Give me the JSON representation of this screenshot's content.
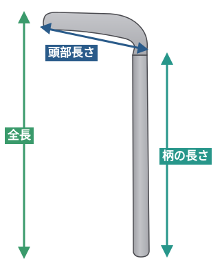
{
  "labels": {
    "total_length": "全長",
    "head_length": "頭部長さ",
    "handle_length": "柄の長さ"
  },
  "colors": {
    "total": "#3a9a6b",
    "head": "#2a5b8a",
    "handle": "#27968a",
    "tool_fill": "#b4b5ba",
    "tool_stroke": "#4a4a4f"
  }
}
